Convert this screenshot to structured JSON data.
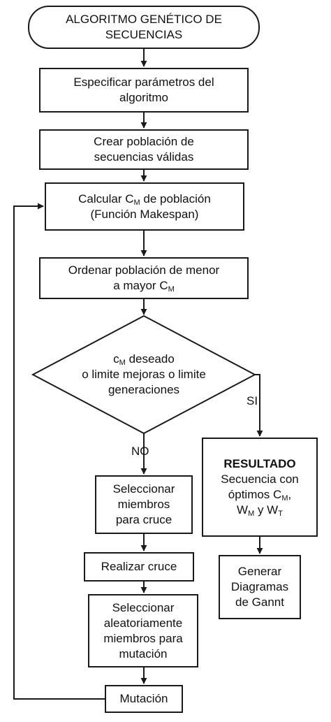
{
  "nodes": {
    "start": {
      "line1": "ALGORITMO GENÉTICO DE",
      "line2": "SECUENCIAS"
    },
    "params": {
      "line1": "Especificar parámetros del",
      "line2": "algoritmo"
    },
    "create": {
      "line1": "Crear  población de",
      "line2": "secuencias válidas"
    },
    "calc": {
      "line1_a": "Calcular C",
      "line1_sub": "M",
      "line1_b": " de población",
      "line2": "(Función Makespan)"
    },
    "order": {
      "line1": "Ordenar población de menor",
      "line2_a": "a mayor C",
      "line2_sub": "M"
    },
    "decision": {
      "line1_a": "c",
      "line1_sub": "M",
      "line1_b": " deseado",
      "line2": "o limite mejoras o limite",
      "line3": "generaciones"
    },
    "select": {
      "line1": "Seleccionar",
      "line2": "miembros",
      "line3": "para cruce"
    },
    "cross": {
      "label": "Realizar cruce"
    },
    "select_mut": {
      "line1": "Seleccionar",
      "line2": "aleatoriamente",
      "line3": "miembros para",
      "line4": "mutación"
    },
    "mutation": {
      "label": "Mutación"
    },
    "result": {
      "line1": "RESULTADO",
      "line2": "Secuencia con",
      "line3_a": "óptimos C",
      "line3_sub": "M",
      "line3_b": ",",
      "line4_a": "W",
      "line4_sub1": "M",
      "line4_b": " y W",
      "line4_sub2": "T"
    },
    "gantt": {
      "line1": "Generar",
      "line2": "Diagramas",
      "line3": "de Gannt"
    }
  },
  "labels": {
    "no": "NO",
    "si": "SI"
  }
}
